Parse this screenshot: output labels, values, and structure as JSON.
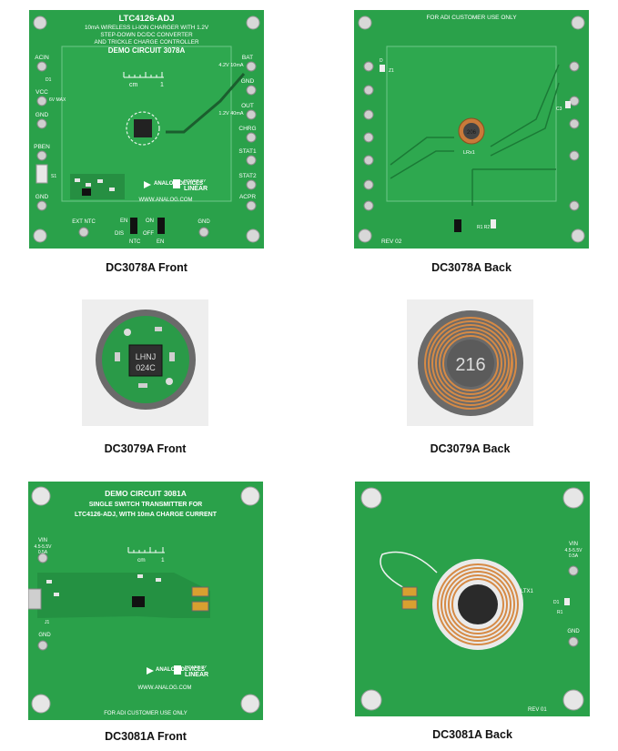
{
  "panels": {
    "dc3078a_front": {
      "caption": "DC3078A Front",
      "title1": "LTC4126-ADJ",
      "title2": "10mA WIRELESS Li-ION CHARGER WITH 1.2V",
      "title3": "STEP-DOWN DC/DC CONVERTER",
      "title4": "AND TRICKLE CHARGE CONTROLLER",
      "title5": "DEMO CIRCUIT 3078A",
      "left_labels": [
        "ACIN",
        "VCC",
        "GND",
        "PBEN",
        "GND"
      ],
      "vcc_note": "6V MAX",
      "d1": "D1",
      "s1": "S1",
      "right_labels": [
        "BAT",
        "GND",
        "OUT",
        "CHRG",
        "STAT1",
        "STAT2",
        "ACPR"
      ],
      "bat_note": "4.2V 10mA",
      "out_note": "1.2V 40mA",
      "ruler": "cm",
      "ruler_mark": "1",
      "bottom": {
        "ext_ntc": "EXT NTC",
        "en": "EN",
        "dis": "DIS",
        "ntc": "NTC",
        "on": "ON",
        "off": "OFF",
        "en2": "EN",
        "gnd": "GND"
      },
      "logo_left": "ANALOG DEVICES",
      "logo_right1": "POWER BY",
      "logo_right2": "LINEAR",
      "url": "WWW.ANALOG.COM"
    },
    "dc3078a_back": {
      "caption": "DC3078A Back",
      "top": "FOR ADI CUSTOMER USE ONLY",
      "rev": "REV 02",
      "coil": "206",
      "l": "LRx1",
      "d": "D",
      "z": "Z1",
      "c": "C3",
      "r": "R1 R2"
    },
    "dc3079a_front": {
      "caption": "DC3079A Front",
      "inductor1": "LHNJ",
      "inductor2": "024C"
    },
    "dc3079a_back": {
      "caption": "DC3079A Back",
      "coil": "216"
    },
    "dc3081a_front": {
      "caption": "DC3081A Front",
      "title1": "DEMO CIRCUIT 3081A",
      "title2": "SINGLE SWITCH TRANSMITTER FOR",
      "title3": "LTC4126-ADJ, WITH 10mA CHARGE CURRENT",
      "vin": "VIN",
      "vin_note1": "4.5-5.5V",
      "vin_note2": "0.5A",
      "gnd": "GND",
      "j1": "J1",
      "ruler": "cm",
      "ruler_mark": "1",
      "logo_left": "ANALOG DEVICES",
      "logo_right1": "POWER BY",
      "logo_right2": "LINEAR",
      "url": "WWW.ANALOG.COM",
      "bottom": "FOR ADI CUSTOMER USE ONLY"
    },
    "dc3081a_back": {
      "caption": "DC3081A Back",
      "vin": "VIN",
      "vin_note1": "4.5-5.5V",
      "vin_note2": "0.5A",
      "gnd": "GND",
      "ltx": "LTX1",
      "d1": "D1",
      "r1": "R1",
      "rev": "REV 01"
    }
  },
  "colors": {
    "pcb": "#2aa14a",
    "pcb_dark": "#1f8a3c",
    "copper": "#c87a3a",
    "gray_bg": "#eeeeee"
  }
}
